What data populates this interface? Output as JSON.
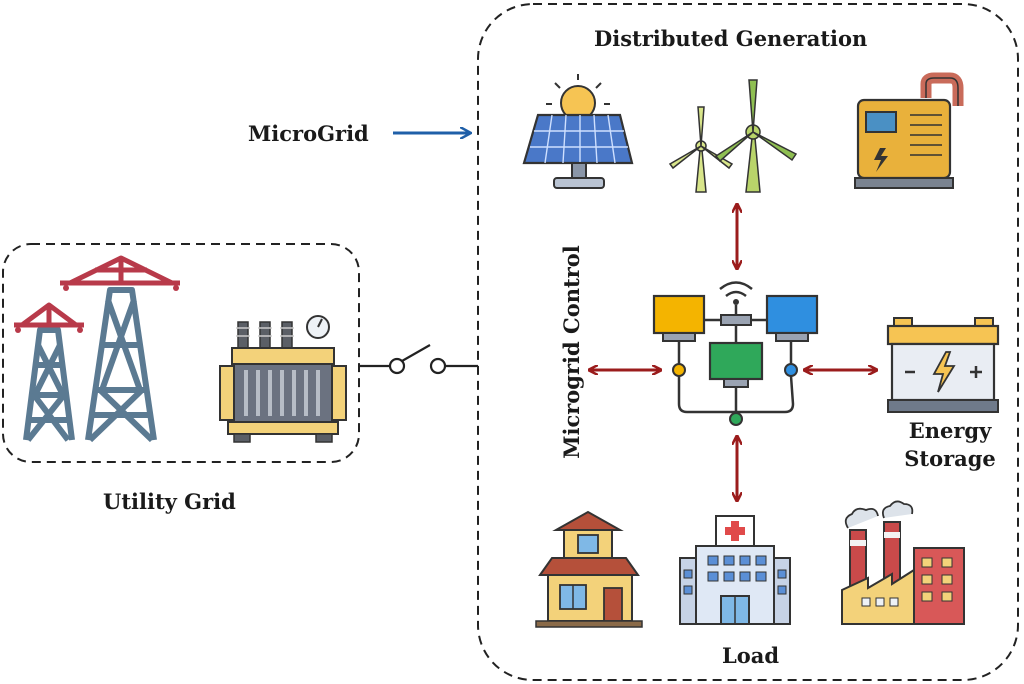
{
  "labels": {
    "distributed_generation": "Distributed Generation",
    "microgrid": "MicroGrid",
    "microgrid_control": "Microgrid Control",
    "utility_grid": "Utility Grid",
    "energy_storage_line1": "Energy",
    "energy_storage_line2": "Storage",
    "load": "Load"
  },
  "icons": {
    "solar_panel": "solar-panel-icon",
    "wind_turbines": "wind-turbines-icon",
    "generator": "generator-icon",
    "controller": "network-controller-icon",
    "battery": "battery-icon",
    "house": "house-icon",
    "hospital": "hospital-icon",
    "factory": "factory-icon",
    "transmission_towers": "transmission-towers-icon",
    "transformer": "transformer-icon",
    "switch": "switch-icon"
  },
  "colors": {
    "arrow_red": "#9b1c1c",
    "arrow_blue": "#1f5fa8",
    "dash": "#222222"
  }
}
